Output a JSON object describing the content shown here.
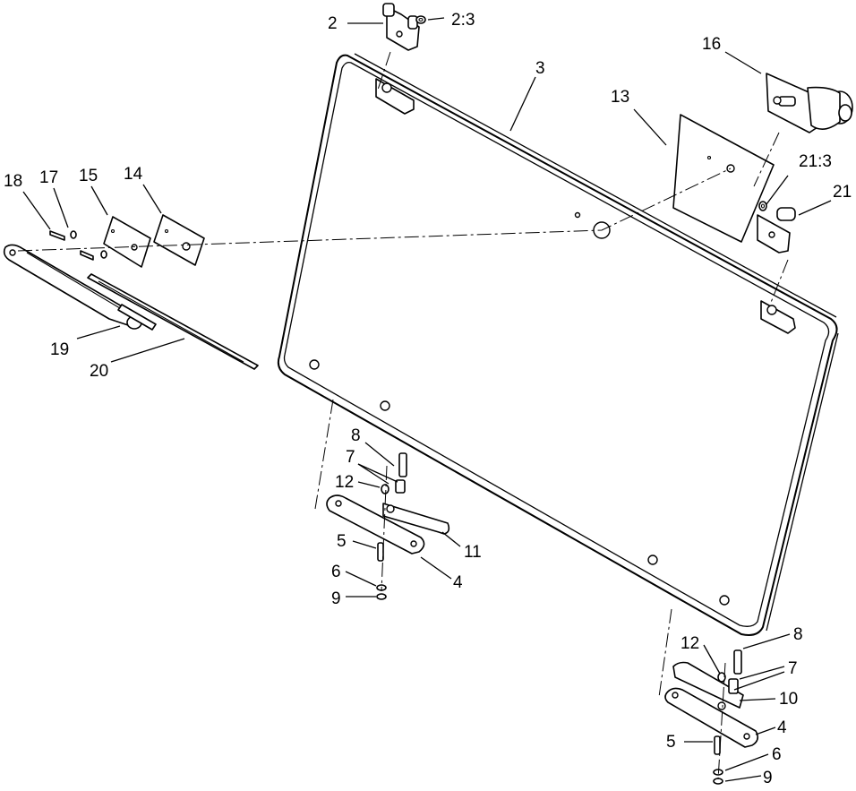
{
  "callouts": {
    "c2": "2",
    "c2_3": "2:3",
    "c3": "3",
    "c16": "16",
    "c13": "13",
    "c21_3": "21:3",
    "c21": "21",
    "c18": "18",
    "c17": "17",
    "c15": "15",
    "c14": "14",
    "c19": "19",
    "c20": "20",
    "c8a": "8",
    "c7a": "7",
    "c12a": "12",
    "c11": "11",
    "c5a": "5",
    "c4a": "4",
    "c6a": "6",
    "c9a": "9",
    "c12b": "12",
    "c8b": "8",
    "c7b": "7",
    "c10": "10",
    "c4b": "4",
    "c5b": "5",
    "c6b": "6",
    "c9b": "9"
  }
}
